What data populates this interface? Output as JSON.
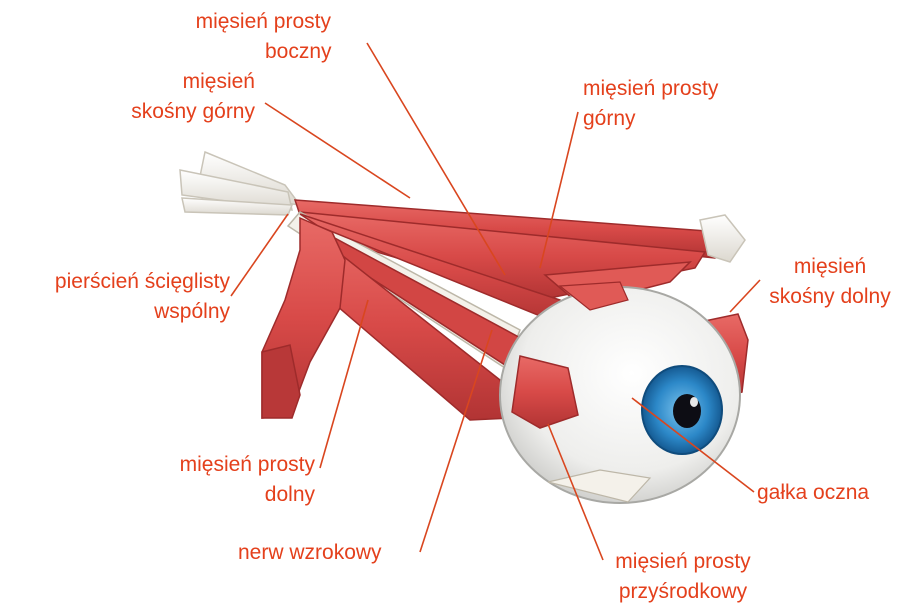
{
  "colors": {
    "label": "#e4401c",
    "leader": "#d9461f",
    "muscle": "#d94c4c",
    "muscle_dark": "#a82a2a",
    "tendon": "#f1efe8",
    "sclera": "#f7f7f5",
    "iris": "#2c88c8",
    "pupil": "#0d0d14"
  },
  "labels": {
    "lateral_rectus": [
      "mięsień prosty",
      "boczny"
    ],
    "superior_oblique": [
      "mięsień",
      "skośny górny"
    ],
    "superior_rectus": [
      "mięsień prosty",
      "górny"
    ],
    "common_tendinous_ring": [
      "pierścień ścięglisty",
      "wspólny"
    ],
    "inferior_oblique": [
      "mięsień",
      "skośny dolny"
    ],
    "inferior_rectus": [
      "mięsień prosty",
      "dolny"
    ],
    "eyeball": [
      "gałka oczna"
    ],
    "optic_nerve": [
      "nerw wzrokowy"
    ],
    "medial_rectus": [
      "mięsień prosty",
      "przyśrodkowy"
    ]
  }
}
